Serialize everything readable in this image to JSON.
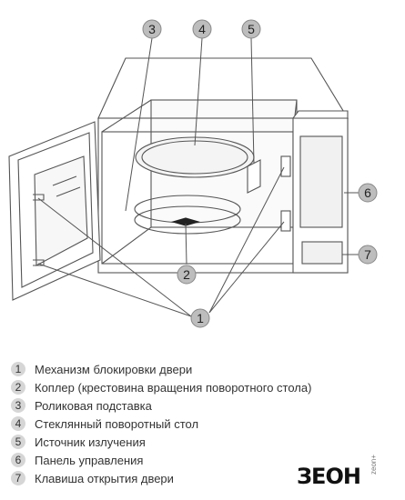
{
  "callouts": [
    "1",
    "2",
    "3",
    "4",
    "5",
    "6",
    "7"
  ],
  "legend": [
    {
      "num": "1",
      "text": "Механизм блокировки двери"
    },
    {
      "num": "2",
      "text": "Коплер (крестовина вращения поворотного стола)"
    },
    {
      "num": "3",
      "text": "Роликовая подставка"
    },
    {
      "num": "4",
      "text": "Стеклянный поворотный стол"
    },
    {
      "num": "5",
      "text": "Источник излучения"
    },
    {
      "num": "6",
      "text": "Панель управления"
    },
    {
      "num": "7",
      "text": "Клавиша открытия двери"
    }
  ],
  "logo": {
    "main": "ЗЕОН",
    "sub": "zeon+"
  },
  "colors": {
    "line": "#555555",
    "callout_fill": "#bdbdbd",
    "legend_badge": "#d6d6d6"
  }
}
